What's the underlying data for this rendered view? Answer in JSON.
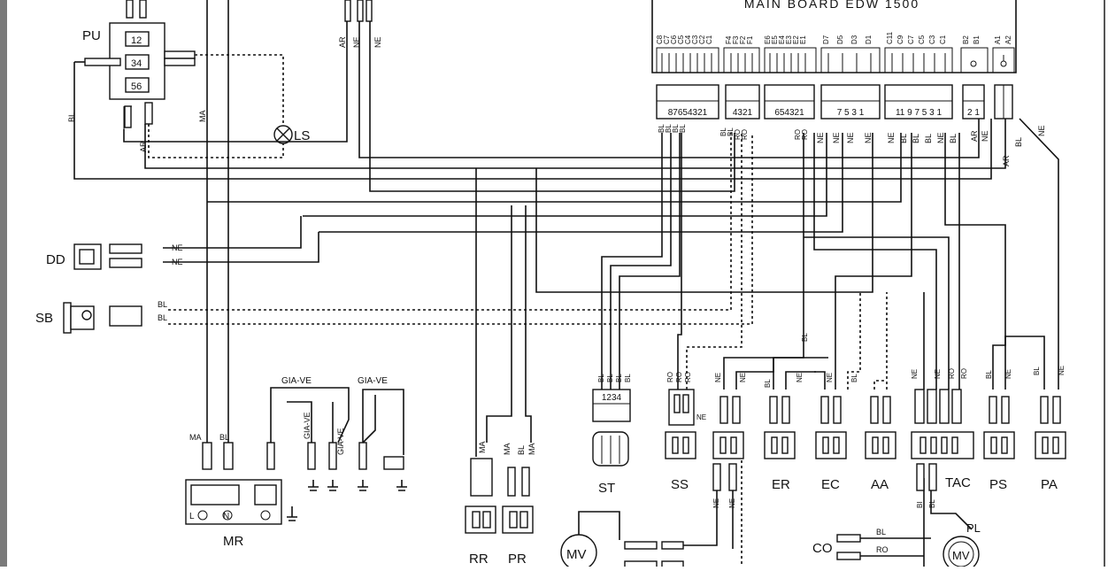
{
  "board": {
    "title": "MAIN BOARD EDW 1500",
    "pin_groups": [
      [
        "C8",
        "C7",
        "C6",
        "C5",
        "C4",
        "C3",
        "C2",
        "C1"
      ],
      [
        "F4",
        "F3",
        "F2",
        "F1"
      ],
      [
        "E6",
        "E5",
        "E4",
        "E3",
        "E2",
        "E1"
      ],
      [
        "D7",
        "D5",
        "D3",
        "D1"
      ],
      [
        "C11",
        "C9",
        "C7",
        "C5",
        "C3",
        "C1"
      ],
      [
        "B2",
        "B1"
      ],
      [
        "A1",
        "A2"
      ]
    ],
    "connectors": [
      "87654321",
      "4321",
      "654321",
      "7 5 3 1",
      "11 9 7 5 3 1",
      "2 1"
    ]
  },
  "wire_codes": {
    "ne": "NE",
    "bl": "BL",
    "ar": "AR",
    "ma": "MA",
    "ro": "RO",
    "bi": "BI",
    "gia_ve": "GIA-VE"
  },
  "components": {
    "pu": "PU",
    "pu_pins": [
      "12",
      "34",
      "56"
    ],
    "ls": "LS",
    "dd": "DD",
    "sb": "SB",
    "mr": "MR",
    "mr_terms": [
      "L",
      "N"
    ],
    "rr": "RR",
    "pr": "PR",
    "st": "ST",
    "st_pins": "1234",
    "ss": "SS",
    "er": "ER",
    "ec": "EC",
    "aa": "AA",
    "tac": "TAC",
    "ps": "PS",
    "pa": "PA",
    "mv": "MV",
    "co": "CO",
    "pl": "PL"
  },
  "colors": {
    "ink": "#111111",
    "frame_left": "#7a7a7a",
    "background": "#ffffff"
  }
}
